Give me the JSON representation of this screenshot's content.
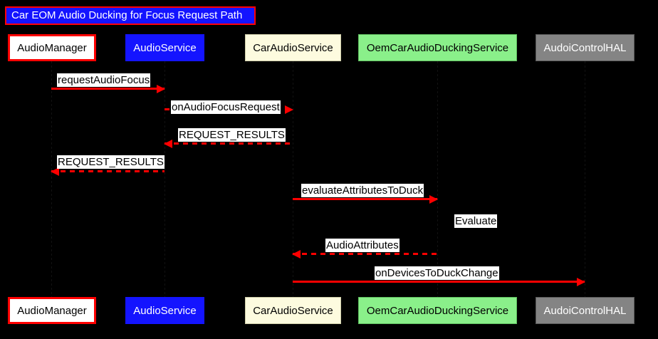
{
  "title": {
    "text": "Car EOM Audio Ducking for Focus Request Path"
  },
  "participants": [
    {
      "id": "audiomanager",
      "label": "AudioManager",
      "fill": "#ffffff",
      "text_color": "#000000",
      "border_color": "#ff0000"
    },
    {
      "id": "audioservice",
      "label": "AudioService",
      "fill": "#1414ff",
      "text_color": "#ffffff",
      "border_color": "#1414ff"
    },
    {
      "id": "caraudioservice",
      "label": "CarAudioService",
      "fill": "#fdfbdf",
      "text_color": "#000000",
      "border_color": "#cfcda8"
    },
    {
      "id": "oemducking",
      "label": "OemCarAudioDuckingService",
      "fill": "#8af08a",
      "text_color": "#000000",
      "border_color": "#5fbe5f"
    },
    {
      "id": "hal",
      "label": "AudoiControlHAL",
      "fill": "#848484",
      "text_color": "#ffffff",
      "border_color": "#5a5a5a"
    }
  ],
  "messages": [
    {
      "label": "requestAudioFocus",
      "from": "audiomanager",
      "to": "audioservice",
      "style": "solid",
      "direction": "right"
    },
    {
      "label": "onAudioFocusRequest",
      "from": "audioservice",
      "to": "caraudioservice",
      "style": "dashed",
      "direction": "right"
    },
    {
      "label": "REQUEST_RESULTS",
      "from": "caraudioservice",
      "to": "audioservice",
      "style": "dashed",
      "direction": "left"
    },
    {
      "label": "REQUEST_RESULTS",
      "from": "audioservice",
      "to": "audiomanager",
      "style": "dashed",
      "direction": "left"
    },
    {
      "label": "evaluateAttributesToDuck",
      "from": "caraudioservice",
      "to": "oemducking",
      "style": "solid",
      "direction": "right"
    },
    {
      "label": "AudioAttributes",
      "from": "oemducking",
      "to": "caraudioservice",
      "style": "dashed",
      "direction": "left"
    },
    {
      "label": "onDevicesToDuckChange",
      "from": "caraudioservice",
      "to": "hal",
      "style": "solid",
      "direction": "right"
    }
  ],
  "notes": [
    {
      "label": "Evaluate",
      "on": "oemducking"
    }
  ],
  "colors": {
    "background": "#000000",
    "arrow": "#ff0000",
    "title_fill": "#1414ff",
    "title_text": "#ffffff",
    "title_border": "#ff0000",
    "label_fill": "#ffffff",
    "label_text": "#000000"
  }
}
